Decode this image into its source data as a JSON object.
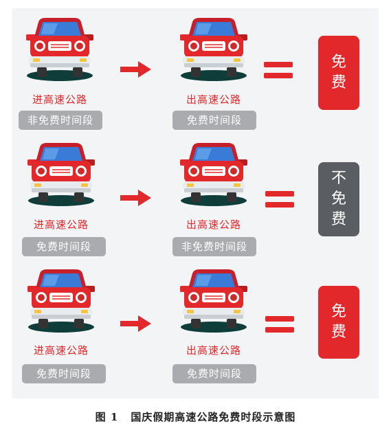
{
  "rows": [
    {
      "entry_label": "进高速公路",
      "entry_period": "非免费时间段",
      "exit_label": "出高速公路",
      "exit_period": "免费时间段",
      "result": [
        "免",
        "费"
      ],
      "result_type": "free"
    },
    {
      "entry_label": "进高速公路",
      "entry_period": "免费时间段",
      "exit_label": "出高速公路",
      "exit_period": "非免费时间段",
      "result": [
        "不",
        "免",
        "费"
      ],
      "result_type": "not-free"
    },
    {
      "entry_label": "进高速公路",
      "entry_period": "免费时间段",
      "exit_label": "出高速公路",
      "exit_period": "免费时间段",
      "result": [
        "免",
        "费"
      ],
      "result_type": "free"
    }
  ],
  "caption": {
    "number": "图 1",
    "text": "国庆假期高速公路免费时段示意图"
  },
  "colors": {
    "accent_red": "#e2282b",
    "pill_gray": "#a9abaf",
    "not_free_gray": "#5a5d61"
  }
}
